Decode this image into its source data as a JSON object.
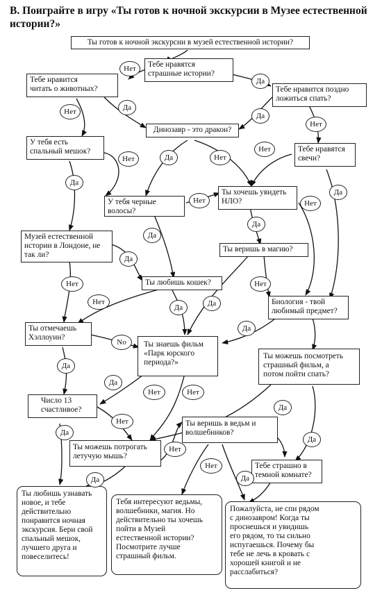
{
  "title": "В. Поиграйте в игру «Ты готов к ночной экскурсии в Музее естественной истории?»",
  "labels": {
    "yes": "Да",
    "no": "Нет",
    "no_en": "No"
  },
  "questions": {
    "start": "Ты готов к ночной экскурсии в музей естественной истории?",
    "scary_stories": "Тебе нравятся\nстрашные истории?",
    "read_animals": "Тебе нравится\nчитать о животных?",
    "late_sleep": "Тебе нравится поздно\nложиться спать?",
    "dino_dragon": "Динозавр - это дракон?",
    "candles": "Тебе нравятся\nсвечи?",
    "sleeping_bag": "У тебя есть\nспальный мешок?",
    "black_hair": "У тебя черные\nволосы?",
    "ufo": "Ты хочешь увидеть\nНЛО?",
    "magic": "Ты веришь в магию?",
    "london": "Музей естественной\nистории в Лондоне, не\nтак ли?",
    "cats": "Ты любишь кошек?",
    "biology": "Биология - твой\nлюбимый предмет?",
    "halloween": "Ты отмечаешь\nХэллоуин?",
    "jurassic": "Ты знаешь фильм\n«Парк юрского\nпериода?»",
    "scary_film": "Ты можешь посмотреть\nстрашный фильм, а\nпотом пойти спать?",
    "number13": "Число 13\nсчастливое?",
    "witches": "Ты веришь в ведьм и\nволшебников?",
    "bat": "Ты можешь потрогать\nлетучую мышь?",
    "dark_room": "Тебе страшно в\nтемной комнате?"
  },
  "outcomes": {
    "new_things": "Ты любишь узнавать\nновое, и тебе\nдействительно\nпонравится ночная\nэкскурсия. Бери свой\nспальный мешок,\nлучшего друга и\nповеселитесь!",
    "film_instead": "Тебя интересуют ведьмы,\nволшебники, магия. Но\nдействительно ты хочешь\nпойти в Музей\nестественной истории?\nПосмотрите лучше\nстрашный фильм.",
    "dino_sleep": "Пожалуйста, не спи рядом\nс динозавром! Когда ты\nпроснешься и увидишь\nего рядом, то ты сильно\nиспугаешься. Почему бы\nтебе не лечь в кровать с\nхорошей книгой и не\nрасслабиться?"
  }
}
